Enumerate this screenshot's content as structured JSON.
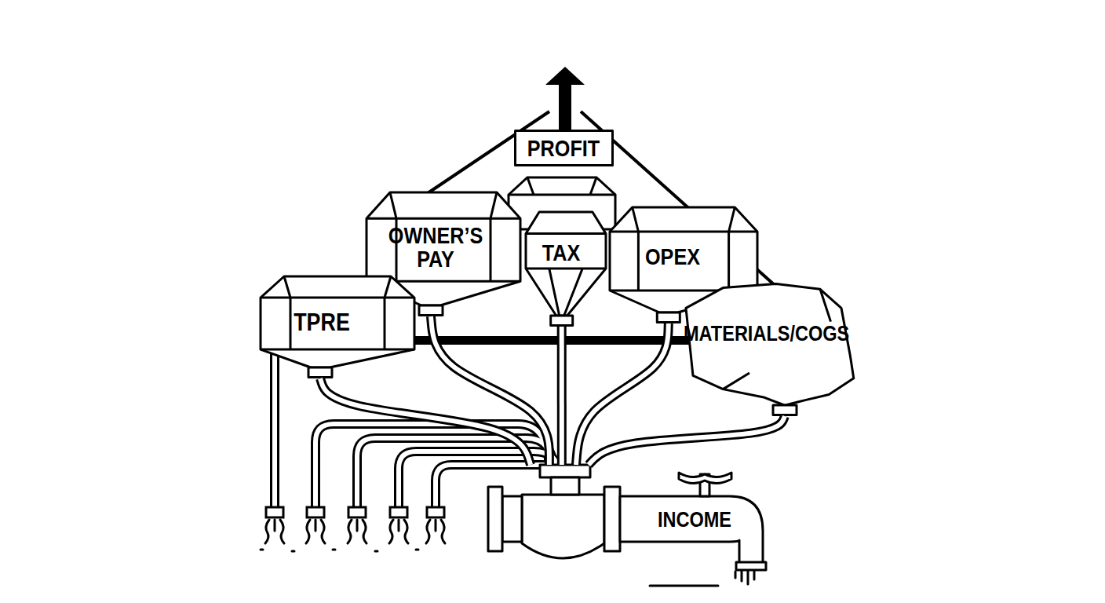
{
  "diagram": {
    "nodes": [
      {
        "text": [
          "PROFIT"
        ]
      },
      {
        "text": [
          "OWNER’S PAY"
        ]
      },
      {
        "text": [
          "TAX"
        ]
      },
      {
        "text": [
          "OPEX"
        ]
      },
      {
        "text": [
          "TPRE"
        ]
      },
      {
        "text": [
          "MATERIALS/COGS"
        ]
      },
      {
        "text": [
          "INCOME"
        ]
      }
    ],
    "edges": [
      {
        "from": 6,
        "to": 4,
        "arrow": "none"
      },
      {
        "from": 6,
        "to": 1,
        "arrow": "none"
      },
      {
        "from": 6,
        "to": 2,
        "arrow": "none"
      },
      {
        "from": 6,
        "to": 3,
        "arrow": "none"
      },
      {
        "from": 6,
        "to": 5,
        "arrow": "none"
      }
    ]
  }
}
